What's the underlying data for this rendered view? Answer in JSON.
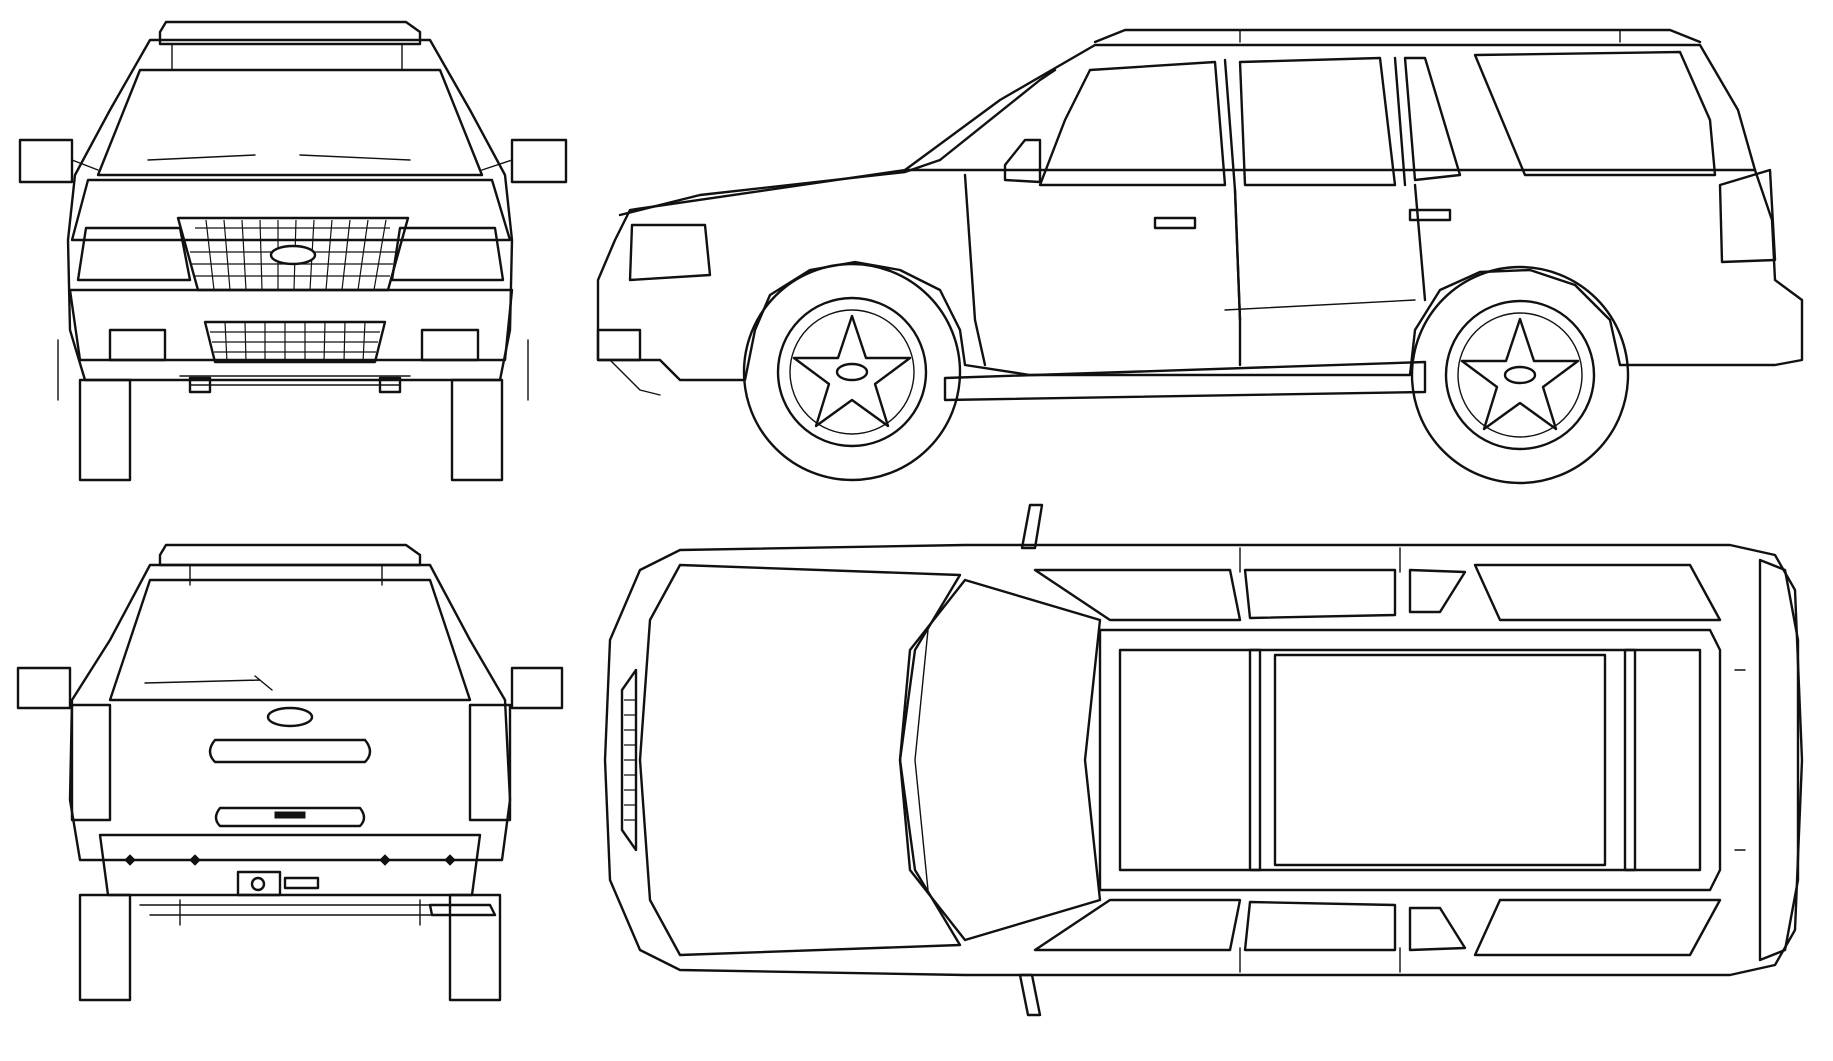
{
  "views": [
    {
      "name": "front-view",
      "icon": "suv-front-icon"
    },
    {
      "name": "side-view",
      "icon": "suv-side-icon"
    },
    {
      "name": "rear-view",
      "icon": "suv-rear-icon"
    },
    {
      "name": "top-view",
      "icon": "suv-top-icon"
    }
  ],
  "colors": {
    "line": "#111111",
    "background": "#ffffff"
  }
}
